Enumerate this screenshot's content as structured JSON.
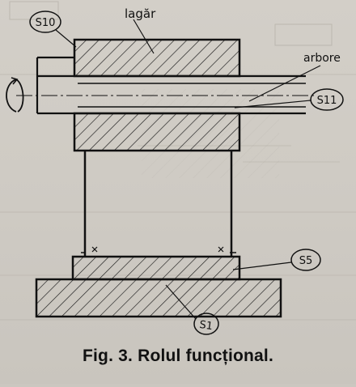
{
  "labels": {
    "bearing": "lagăr",
    "shaft": "arbore",
    "s10": "S10",
    "s11": "S11",
    "s5": "S5",
    "s1": "S1"
  },
  "caption": "Fig. 3. Rolul funcțional."
}
